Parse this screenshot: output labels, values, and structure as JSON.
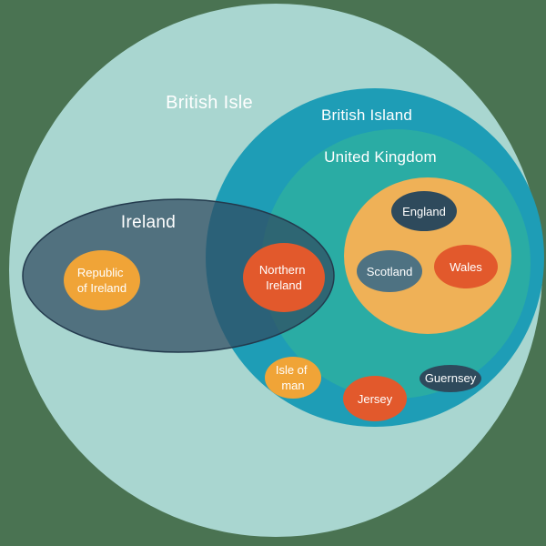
{
  "diagram": {
    "kind": "euler-diagram",
    "background_color": "#4A7352",
    "label_text_color": "#FFFFFF",
    "sets": {
      "british_isle": {
        "label": "British Isle",
        "color": "#A9D6D0"
      },
      "british_island": {
        "label": "British Island",
        "color": "#1E9DB6"
      },
      "united_kingdom": {
        "label": "United Kingdom",
        "color": "#2AACA4"
      },
      "uk_countries": {
        "color": "#EFB157"
      },
      "ireland": {
        "label": "Ireland",
        "color": "#304B62",
        "border_color": "#233A4D",
        "opacity": "0.73"
      },
      "england": {
        "label": "England",
        "color": "#2E4A5C"
      },
      "scotland": {
        "label": "Scotland",
        "color": "#4E7282"
      },
      "wales": {
        "label": "Wales",
        "color": "#E2592C"
      },
      "republic_of_ireland": {
        "line1": "Republic",
        "line2": "of Ireland",
        "color": "#F0A437"
      },
      "northern_ireland": {
        "line1": "Northern",
        "line2": "Ireland",
        "color": "#E2592C"
      },
      "isle_of_man": {
        "line1": "Isle of",
        "line2": "man",
        "color": "#F0A437"
      },
      "jersey": {
        "label": "Jersey",
        "color": "#E2592C"
      },
      "guernsey": {
        "label": "Guernsey",
        "color": "#2E4A5C"
      }
    }
  }
}
